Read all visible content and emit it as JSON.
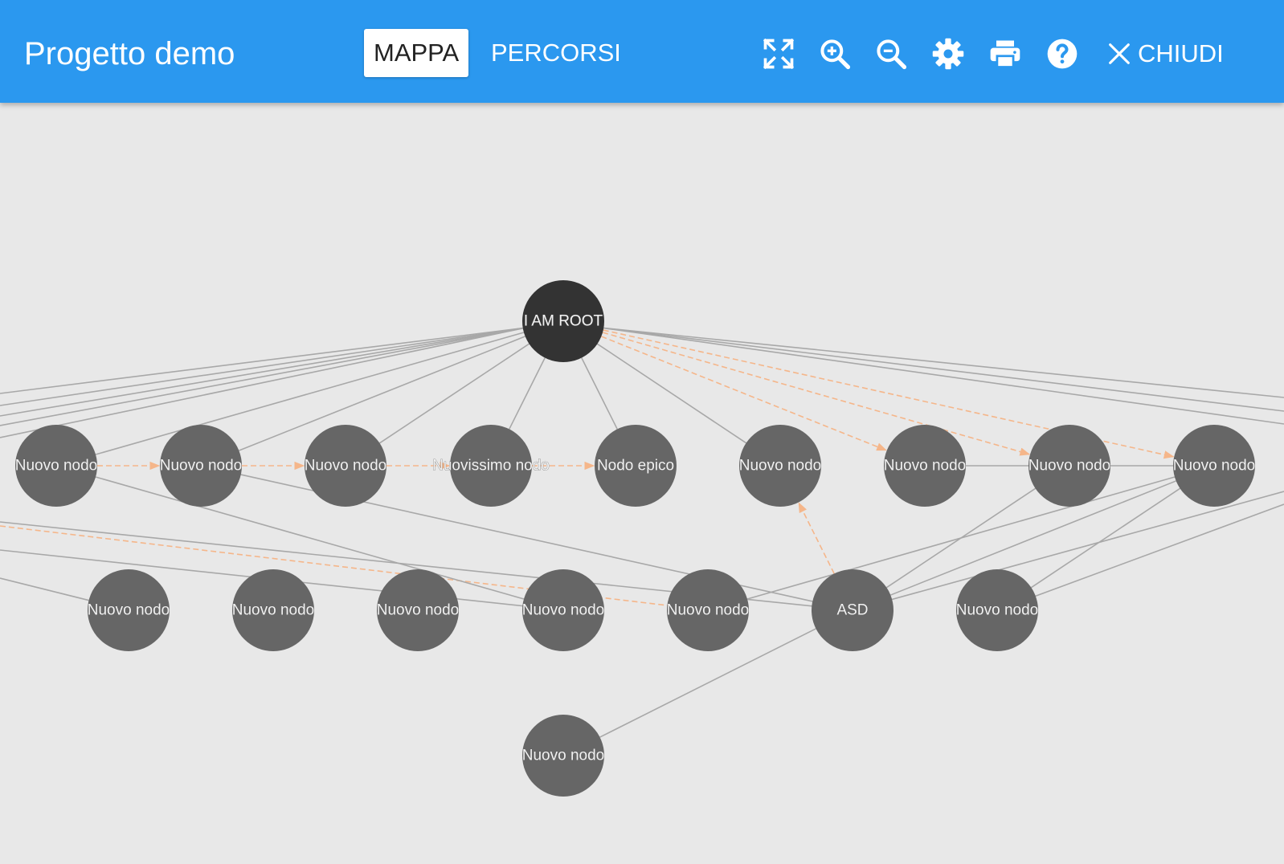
{
  "header": {
    "title": "Progetto demo",
    "tabs": [
      {
        "label": "MAPPA",
        "active": true
      },
      {
        "label": "PERCORSI",
        "active": false
      }
    ],
    "tools": [
      {
        "name": "fit-screen-icon",
        "icon": "fullscreen-arrows"
      },
      {
        "name": "zoom-in-icon",
        "icon": "zoom-in"
      },
      {
        "name": "zoom-out-icon",
        "icon": "zoom-out"
      },
      {
        "name": "settings-icon",
        "icon": "gear"
      },
      {
        "name": "print-icon",
        "icon": "printer"
      },
      {
        "name": "help-icon",
        "icon": "question-circle"
      }
    ],
    "close_label": "CHIUDI"
  },
  "colors": {
    "header": "#2b98ef",
    "background": "#e8e8e8",
    "node": "#666666",
    "root_node": "#333333",
    "edge": "#a8a8a8",
    "path_edge": "#f5b68a"
  },
  "graph": {
    "nodes": [
      {
        "id": "root",
        "label": "I AM ROOT",
        "root": true
      },
      {
        "id": "r1",
        "label": "Nuovo nodo"
      },
      {
        "id": "r2",
        "label": "Nuovo nodo"
      },
      {
        "id": "r3",
        "label": "Nuovo nodo"
      },
      {
        "id": "r4",
        "label": "Nuovissimo nodo"
      },
      {
        "id": "r5",
        "label": "Nodo epico"
      },
      {
        "id": "r6",
        "label": "Nuovo nodo"
      },
      {
        "id": "r7",
        "label": "Nuovo nodo"
      },
      {
        "id": "r8",
        "label": "Nuovo nodo"
      },
      {
        "id": "r9",
        "label": "Nuovo nodo"
      },
      {
        "id": "m1",
        "label": "Nuovo nodo"
      },
      {
        "id": "m2",
        "label": "Nuovo nodo"
      },
      {
        "id": "m3",
        "label": "Nuovo nodo"
      },
      {
        "id": "m4",
        "label": "Nuovo nodo"
      },
      {
        "id": "m5",
        "label": "Nuovo nodo"
      },
      {
        "id": "asd",
        "label": "ASD"
      },
      {
        "id": "m7",
        "label": "Nuovo nodo"
      },
      {
        "id": "b1",
        "label": "Nuovo nodo"
      }
    ],
    "edges": [
      {
        "from": "root",
        "to": "r1",
        "kind": "normal"
      },
      {
        "from": "root",
        "to": "r2",
        "kind": "normal"
      },
      {
        "from": "root",
        "to": "r3",
        "kind": "normal"
      },
      {
        "from": "root",
        "to": "r4",
        "kind": "normal"
      },
      {
        "from": "root",
        "to": "r5",
        "kind": "normal"
      },
      {
        "from": "root",
        "to": "r6",
        "kind": "normal"
      },
      {
        "from": "root",
        "to": "r7",
        "kind": "path"
      },
      {
        "from": "root",
        "to": "r8",
        "kind": "path"
      },
      {
        "from": "root",
        "to": "r9",
        "kind": "path"
      },
      {
        "from": "r1",
        "to": "r2",
        "kind": "path"
      },
      {
        "from": "r2",
        "to": "r3",
        "kind": "path"
      },
      {
        "from": "r3",
        "to": "r4",
        "kind": "path"
      },
      {
        "from": "r4",
        "to": "r5",
        "kind": "path"
      },
      {
        "from": "r7",
        "to": "r8",
        "kind": "normal"
      },
      {
        "from": "r8",
        "to": "r9",
        "kind": "normal"
      },
      {
        "from": "r1",
        "to": "m4",
        "kind": "normal"
      },
      {
        "from": "r2",
        "to": "asd",
        "kind": "normal"
      },
      {
        "from": "asd",
        "to": "r6",
        "kind": "path"
      },
      {
        "from": "asd",
        "to": "r8",
        "kind": "normal"
      },
      {
        "from": "asd",
        "to": "b1",
        "kind": "normal"
      },
      {
        "from": "m5",
        "to": "r9",
        "kind": "normal"
      },
      {
        "from": "m7",
        "to": "r9",
        "kind": "normal"
      },
      {
        "from": "asd",
        "to": "r9",
        "kind": "normal"
      }
    ]
  }
}
